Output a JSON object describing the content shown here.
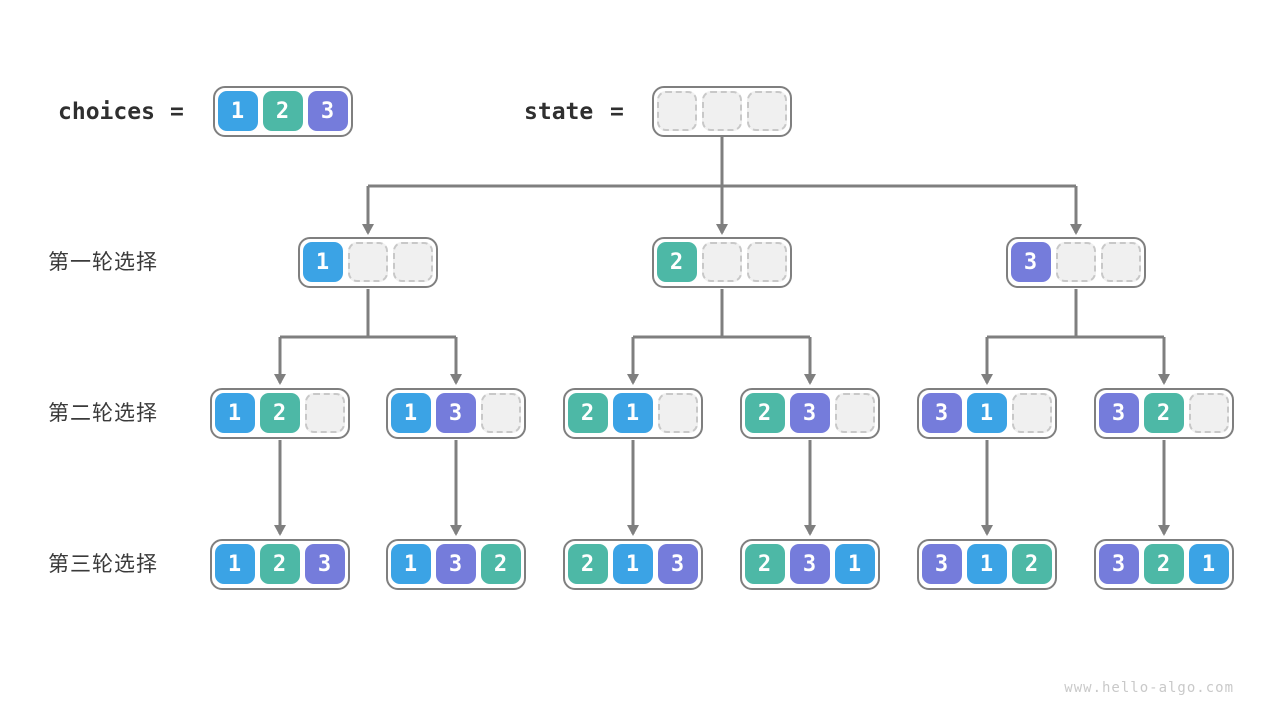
{
  "palette": {
    "blue": "#3ba3e5",
    "teal": "#4db8a6",
    "purple": "#757cdb",
    "empty_fill": "#f0f0f0",
    "empty_border": "#c8c8c8",
    "node_border": "#7f7f7f",
    "arrow": "#7f7f7f",
    "text": "#3a3a3a",
    "watermark_color": "#c9c9c9"
  },
  "legend": {
    "choices_label": "choices",
    "equals": "=",
    "state_label": "state",
    "choices_cells": [
      "1",
      "2",
      "3"
    ],
    "state_cells": [
      "",
      "",
      ""
    ]
  },
  "rows": [
    {
      "label": "第一轮选择",
      "nodes": [
        [
          "1",
          "",
          ""
        ],
        [
          "2",
          "",
          ""
        ],
        [
          "3",
          "",
          ""
        ]
      ]
    },
    {
      "label": "第二轮选择",
      "nodes": [
        [
          "1",
          "2",
          ""
        ],
        [
          "1",
          "3",
          ""
        ],
        [
          "2",
          "1",
          ""
        ],
        [
          "2",
          "3",
          ""
        ],
        [
          "3",
          "1",
          ""
        ],
        [
          "3",
          "2",
          ""
        ]
      ]
    },
    {
      "label": "第三轮选择",
      "nodes": [
        [
          "1",
          "2",
          "3"
        ],
        [
          "1",
          "3",
          "2"
        ],
        [
          "2",
          "1",
          "3"
        ],
        [
          "2",
          "3",
          "1"
        ],
        [
          "3",
          "1",
          "2"
        ],
        [
          "3",
          "2",
          "1"
        ]
      ]
    }
  ],
  "watermark": "www.hello-algo.com"
}
